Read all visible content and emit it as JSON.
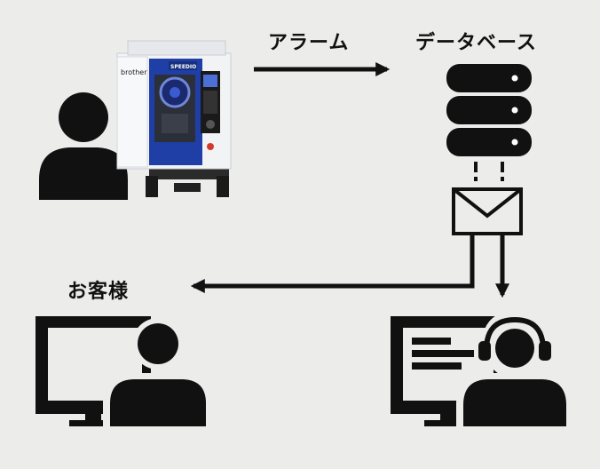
{
  "labels": {
    "alarm": "アラーム",
    "database": "データベース",
    "customer": "お客様"
  },
  "machine": {
    "brand": "brother",
    "model": "SPEEDIO"
  },
  "colors": {
    "background": "#ecedeb",
    "ink": "#111111",
    "machine_blue": "#1f3fa6",
    "machine_white": "#f2f3f5"
  },
  "icons": [
    "operator-person-icon",
    "cnc-machine-icon",
    "database-icon",
    "envelope-icon",
    "customer-monitor-person-icon",
    "support-headset-person-icon"
  ]
}
